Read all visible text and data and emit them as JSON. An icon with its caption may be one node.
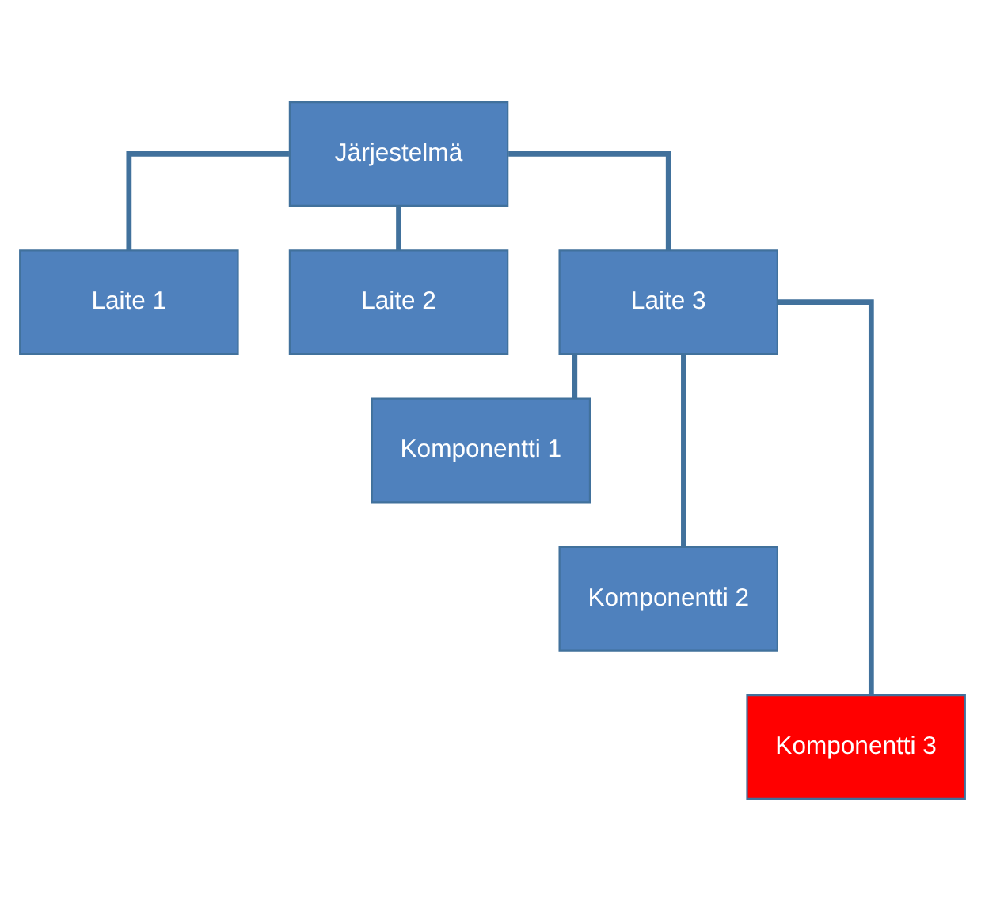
{
  "diagram": {
    "nodes": [
      {
        "text": [
          "Järjestelmä"
        ]
      },
      {
        "text": [
          "Laite 1"
        ]
      },
      {
        "text": [
          "Laite 2"
        ]
      },
      {
        "text": [
          "Laite 3"
        ]
      },
      {
        "text": [
          "Komponentti 1"
        ]
      },
      {
        "text": [
          "Komponentti 2"
        ]
      },
      {
        "text": [
          "Komponentti 3"
        ]
      }
    ],
    "edges": [
      {
        "from": 0,
        "to": 1,
        "arrow": "none"
      },
      {
        "from": 0,
        "to": 2,
        "arrow": "none"
      },
      {
        "from": 0,
        "to": 3,
        "arrow": "none"
      },
      {
        "from": 3,
        "to": 4,
        "arrow": "none"
      },
      {
        "from": 3,
        "to": 5,
        "arrow": "none"
      },
      {
        "from": 3,
        "to": 6,
        "arrow": "none"
      }
    ]
  }
}
